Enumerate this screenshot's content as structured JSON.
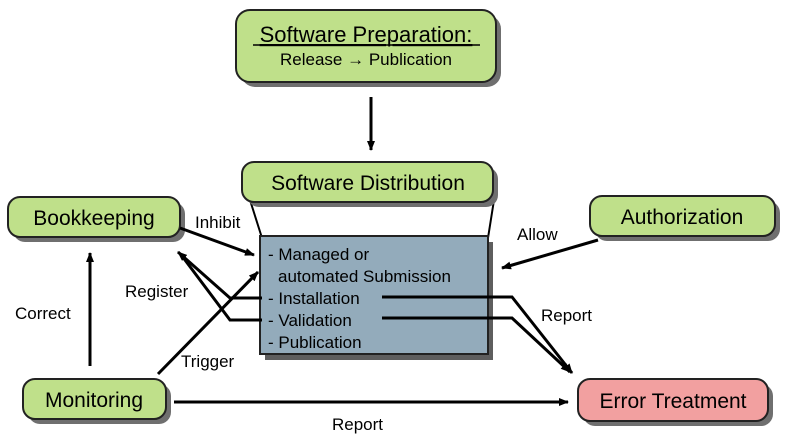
{
  "colors": {
    "green_fill": "#bfe08a",
    "green_stroke": "#222222",
    "blue_fill": "#93abbb",
    "red_fill": "#f2a0a0",
    "shadow": "#6f6f6f",
    "arrow": "#000000"
  },
  "nodes": {
    "preparation": {
      "title": "Software Preparation:",
      "subtitle": "Release → Publication"
    },
    "distribution": {
      "title": "Software Distribution"
    },
    "bookkeeping": {
      "title": "Bookkeeping"
    },
    "authorization": {
      "title": "Authorization"
    },
    "monitoring": {
      "title": "Monitoring"
    },
    "error": {
      "title": "Error Treatment"
    }
  },
  "process_items": [
    "- Managed or",
    "automated Submission",
    "- Installation",
    "- Validation",
    "- Publication"
  ],
  "edges": {
    "inhibit": "Inhibit",
    "allow": "Allow",
    "register": "Register",
    "correct": "Correct",
    "trigger": "Trigger",
    "report_right": "Report",
    "report_bottom": "Report"
  }
}
